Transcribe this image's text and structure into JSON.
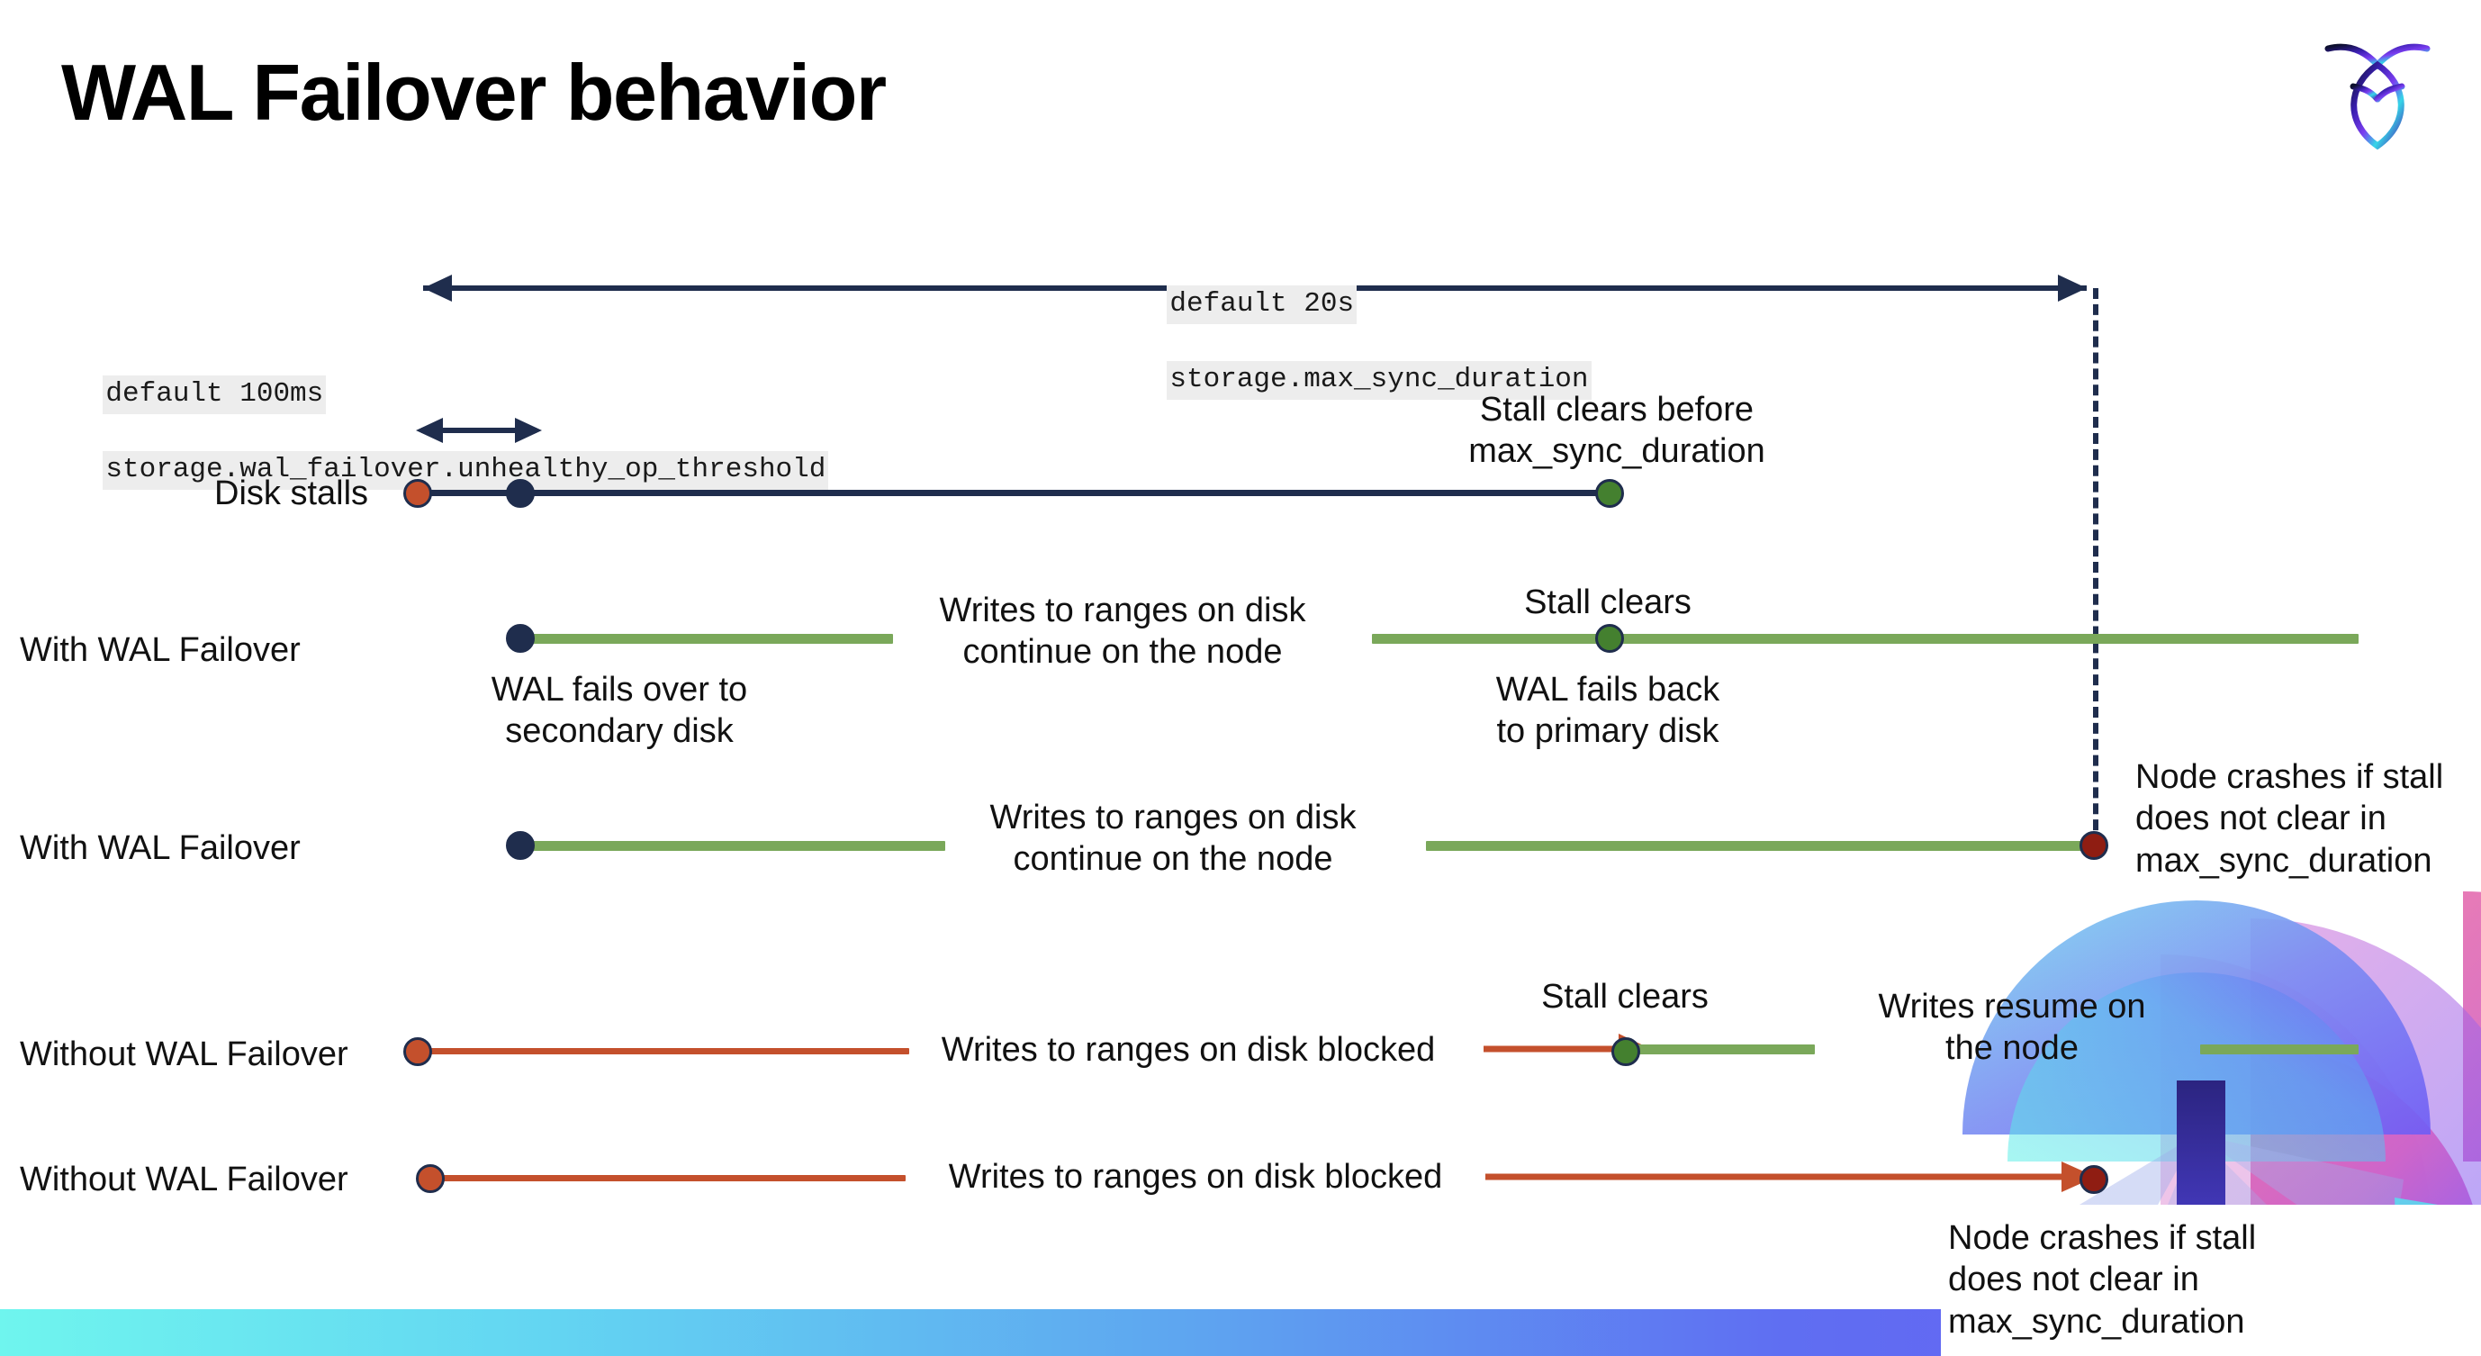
{
  "slide": {
    "title": "WAL Failover behavior",
    "logo_icon": "cockroach-logo-icon"
  },
  "annotations": {
    "max_sync": {
      "default": "default 20s",
      "setting": "storage.max_sync_duration"
    },
    "unhealthy_op": {
      "default": "default 100ms",
      "setting": "storage.wal_failover.unhealthy_op_threshold"
    }
  },
  "rows": [
    {
      "label": "Disk stalls",
      "note_above_right": "Stall clears before\nmax_sync_duration"
    },
    {
      "label": "With WAL Failover",
      "note_start_below": "WAL fails over to\nsecondary disk",
      "note_middle": "Writes to ranges on disk\ncontinue on the node",
      "note_clear_above": "Stall clears",
      "note_clear_below": "WAL fails  back\nto primary disk"
    },
    {
      "label": "With WAL Failover",
      "note_middle": "Writes to ranges on disk\ncontinue on the node",
      "note_crash": "Node crashes if stall\ndoes not clear in\nmax_sync_duration"
    },
    {
      "label": "Without WAL Failover",
      "note_middle": "Writes to ranges on disk  blocked",
      "note_clear_above": "Stall clears",
      "note_resume": "Writes resume on\nthe node"
    },
    {
      "label": "Without WAL Failover",
      "note_middle": "Writes to ranges on disk  blocked",
      "note_crash": "Node crashes if stall\ndoes not clear in\nmax_sync_duration"
    }
  ],
  "colors": {
    "navy": "#1f2d4d",
    "green_line": "#7aa85a",
    "green_dot": "#44802f",
    "orange": "#c4502c",
    "dark_red": "#8f1d12",
    "code_bg": "#ededed"
  }
}
